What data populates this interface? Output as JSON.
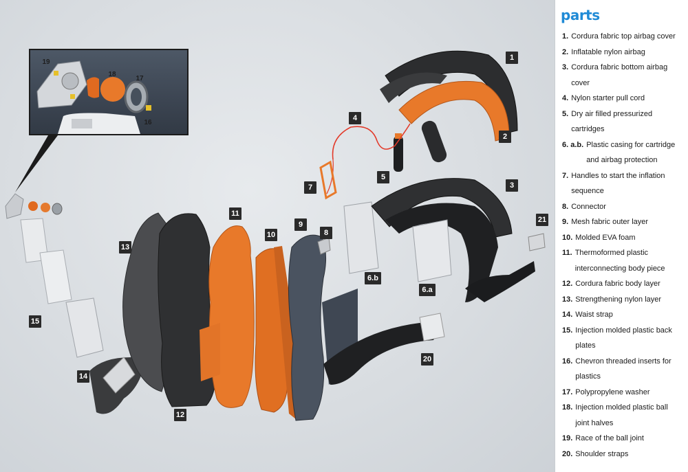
{
  "panel": {
    "title": "parts",
    "items": [
      {
        "num": "1.",
        "text": "Cordura fabric top airbag cover"
      },
      {
        "num": "2.",
        "text": "Inflatable nylon airbag"
      },
      {
        "num": "3.",
        "text": "Cordura fabric bottom airbag cover"
      },
      {
        "num": "4.",
        "text": "Nylon starter pull cord"
      },
      {
        "num": "5.",
        "text": "Dry air filled pressurized cartridges"
      },
      {
        "num": "6. a.b.",
        "text": "Plastic casing for cartridge and airbag protection"
      },
      {
        "num": "7.",
        "text": "Handles to start the inflation sequence"
      },
      {
        "num": "8.",
        "text": "Connector"
      },
      {
        "num": "9.",
        "text": "Mesh fabric outer layer"
      },
      {
        "num": "10.",
        "text": "Molded EVA foam"
      },
      {
        "num": "11.",
        "text": "Thermoformed plastic interconnecting body piece"
      },
      {
        "num": "12.",
        "text": "Cordura fabric body layer"
      },
      {
        "num": "13.",
        "text": "Strengthening nylon layer"
      },
      {
        "num": "14.",
        "text": "Waist strap"
      },
      {
        "num": "15.",
        "text": "Injection molded plastic back plates"
      },
      {
        "num": "16.",
        "text": "Chevron threaded inserts for plastics"
      },
      {
        "num": "17.",
        "text": "Polypropylene washer"
      },
      {
        "num": "18.",
        "text": "Injection molded plastic ball joint halves"
      },
      {
        "num": "19.",
        "text": "Race of the ball joint"
      },
      {
        "num": "20.",
        "text": "Shoulder straps"
      }
    ]
  },
  "callouts": {
    "c1": "1",
    "c2": "2",
    "c3": "3",
    "c4": "4",
    "c5": "5",
    "c6a": "6.a",
    "c6b": "6.b",
    "c7": "7",
    "c8": "8",
    "c9": "9",
    "c10": "10",
    "c11": "11",
    "c12": "12",
    "c13": "13",
    "c14": "14",
    "c15": "15",
    "c20": "20",
    "c21": "21"
  },
  "inset": {
    "c16": "16",
    "c17": "17",
    "c18": "18",
    "c19": "19"
  },
  "colors": {
    "orange": "#e8792a",
    "dark": "#2e2f31",
    "slate": "#4a5360",
    "accent": "#1f8ad6"
  }
}
